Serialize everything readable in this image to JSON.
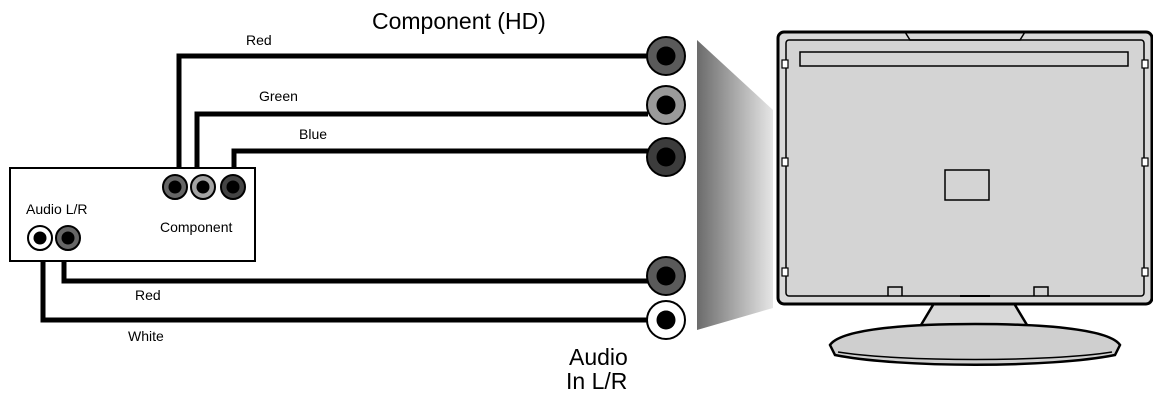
{
  "diagram": {
    "heading": "Component (HD)",
    "cables": {
      "red_video": "Red",
      "green": "Green",
      "blue": "Blue",
      "red_audio": "Red",
      "white_audio": "White"
    },
    "device": {
      "audio_label": "Audio L/R",
      "component_label": "Component"
    },
    "audio_in_label_line1": "Audio",
    "audio_in_label_line2": "In L/R"
  },
  "colors": {
    "red_jack": "#5a5a5a",
    "green_jack": "#9a9a9a",
    "blue_jack": "#3c3c3c",
    "white_jack": "#ffffff",
    "tv_body": "#d9d9d9"
  }
}
